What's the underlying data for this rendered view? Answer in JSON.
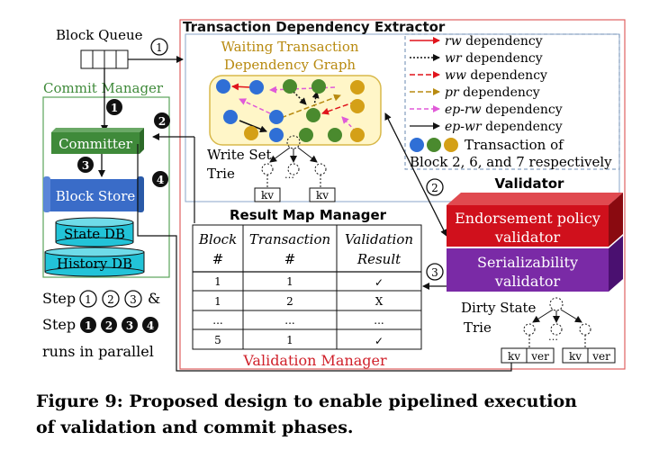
{
  "block_queue": {
    "label": "Block Queue"
  },
  "commit_manager": {
    "title": "Commit Manager",
    "committer": "Committer",
    "block_store": "Block Store",
    "state_db": "State DB",
    "history_db": "History DB"
  },
  "extractor": {
    "title": "Transaction Dependency Extractor",
    "graph_title_1": "Waiting Transaction",
    "graph_title_2": "Dependency Graph",
    "write_set_1": "Write Set",
    "write_set_2": "Trie",
    "kv": "kv",
    "legend": {
      "rw": {
        "italic": "rw",
        "rest": " dependency"
      },
      "wr": {
        "italic": "wr",
        "rest": " dependency"
      },
      "ww": {
        "italic": "ww",
        "rest": " dependency"
      },
      "pr": {
        "italic": "pr",
        "rest": " dependency"
      },
      "ep_rw": {
        "italic": "ep-rw",
        "rest": " dependency"
      },
      "ep_wr": {
        "italic": "ep-wr",
        "rest": " dependency"
      },
      "txn_1": "Transaction of",
      "txn_2": "Block 2, 6, and 7 respectively"
    }
  },
  "result_map": {
    "title": "Result Map Manager",
    "headers": [
      [
        "Block",
        "#"
      ],
      [
        "Transaction",
        "#"
      ],
      [
        "Validation",
        "Result"
      ]
    ],
    "rows": [
      [
        "1",
        "1",
        "✓"
      ],
      [
        "1",
        "2",
        "X"
      ],
      [
        "...",
        "...",
        "..."
      ],
      [
        "5",
        "1",
        "✓"
      ]
    ]
  },
  "validator": {
    "title": "Validator",
    "endorsement_1": "Endorsement policy",
    "endorsement_2": "validator",
    "serializability_1": "Serializability",
    "serializability_2": "validator",
    "dirty_1": "Dirty State",
    "dirty_2": "Trie",
    "kv": "kv",
    "ver": "ver"
  },
  "validation_manager": {
    "title": "Validation Manager"
  },
  "steps": {
    "step_label": "Step",
    "white": [
      "1",
      "2",
      "3"
    ],
    "black": [
      "1",
      "2",
      "3",
      "4"
    ],
    "amp": "&",
    "parallel": "runs in parallel"
  },
  "markers": {
    "queue": "1",
    "extract": "2",
    "serial": "3",
    "commit_1": "1",
    "commit_2": "2",
    "commit_3": "3",
    "commit_4": "4"
  },
  "caption": {
    "line1": "Figure 9:  Proposed design to enable pipelined execution",
    "line2": "of validation and commit phases."
  },
  "colors": {
    "blue": "#2f6fd6",
    "green": "#4a8a2e",
    "gold": "#d4a017",
    "red_box": "#e06060",
    "graph_fill": "#fff6c8",
    "graph_border": "#d8b84a",
    "commit_green": "#3f8a3a",
    "block_store": "#3a6cc8",
    "db_cyan": "#22c3d8",
    "endorse": "#d0101c",
    "serial": "#7a2aa6"
  }
}
